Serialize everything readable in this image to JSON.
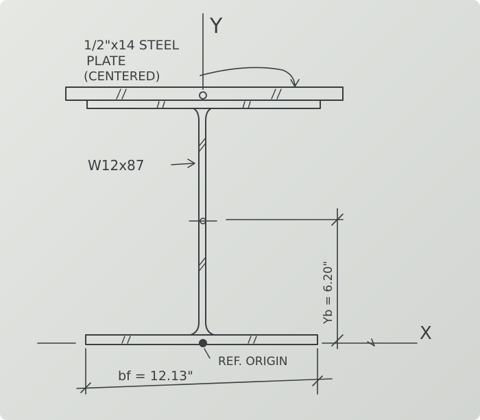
{
  "labels": {
    "plate_line1": "1/2\"x14 STEEL",
    "plate_line2": "PLATE",
    "plate_line3": "(CENTERED)",
    "y_axis": "Y",
    "x_axis": "X",
    "beam": "W12x87",
    "yb_dimension": "Yb = 6.20\"",
    "bf_dimension": "bf = 12.13\"",
    "ref_origin": "REF. ORIGIN"
  },
  "colors": {
    "ink": "#3a3d40",
    "paper": "#dde0dc"
  }
}
